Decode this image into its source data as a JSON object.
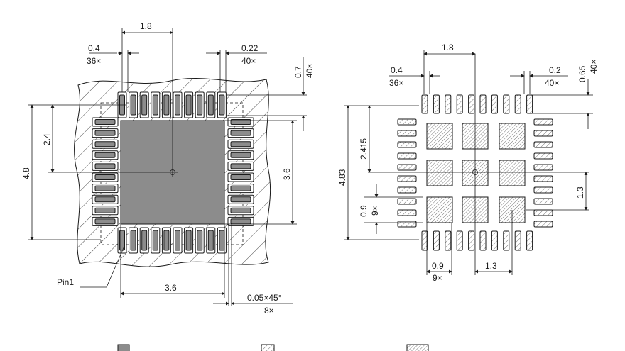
{
  "left_view": {
    "top_pitch": "1.8",
    "pad_width": "0.4",
    "pad_width_count": "36×",
    "pad_gap": "0.22",
    "pad_gap_count": "40×",
    "pad_length": "0.7",
    "pad_length_count": "40×",
    "half_height": "2.4",
    "full_height": "4.8",
    "epad_height": "3.6",
    "epad_width": "3.6",
    "chamfer": "0.05×45°",
    "chamfer_count": "8×",
    "pin1_label": "Pin1"
  },
  "right_view": {
    "top_pitch": "1.8",
    "pad_width": "0.4",
    "pad_width_count": "36×",
    "pad_gap": "0.2",
    "pad_gap_count": "40×",
    "pad_length": "0.65",
    "pad_length_count": "40×",
    "half_height": "2.415",
    "full_height": "4.83",
    "side_pitch": "1.3",
    "window_size": "0.9",
    "window_count": "9×",
    "bottom_window": "0.9",
    "bottom_window_count": "9×",
    "bottom_pitch": "1.3"
  },
  "legend": {
    "items": [
      {
        "name": "solid-grey-swatch"
      },
      {
        "name": "light-hatch-swatch"
      },
      {
        "name": "dense-hatch-swatch"
      }
    ]
  },
  "colors": {
    "exposed_pad": "#8c8c8c",
    "line": "#1a1a1a"
  }
}
